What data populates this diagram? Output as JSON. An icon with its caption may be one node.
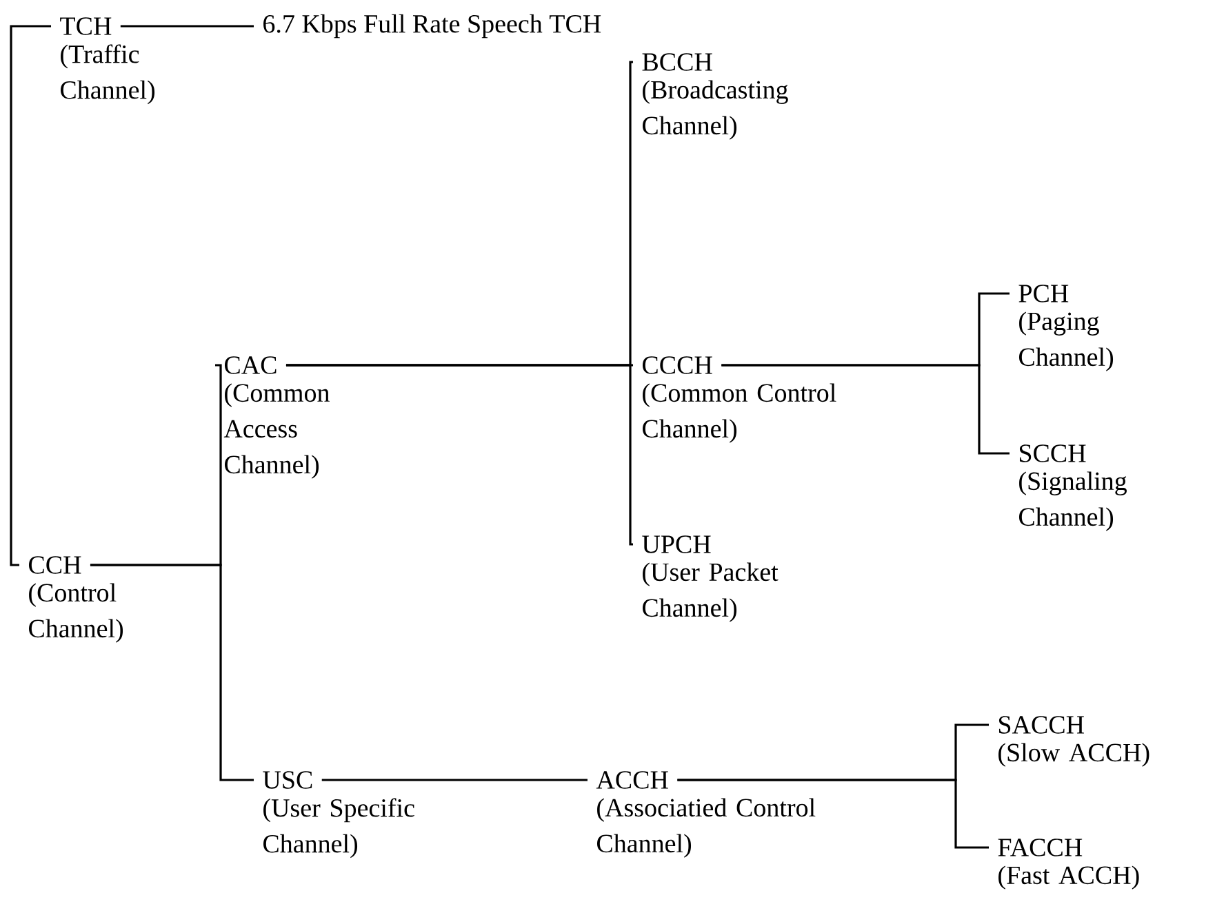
{
  "diagram": {
    "nodes": [
      {
        "text": [
          "TCH",
          "(Traffic Channel)"
        ]
      },
      {
        "text": [
          "6.7 Kbps Full Rate Speech TCH"
        ]
      },
      {
        "text": [
          "CCH",
          "(Control Channel)"
        ]
      },
      {
        "text": [
          "CAC",
          "(Common Access Channel)"
        ]
      },
      {
        "text": [
          "BCCH",
          "(Broadcasting Channel)"
        ]
      },
      {
        "text": [
          "CCCH",
          "(Common Control Channel)"
        ]
      },
      {
        "text": [
          "UPCH",
          "(User Packet Channel)"
        ]
      },
      {
        "text": [
          "PCH",
          "(Paging Channel)"
        ]
      },
      {
        "text": [
          "SCCH",
          "(Signaling Channel)"
        ]
      },
      {
        "text": [
          "USC",
          "(User Specific Channel)"
        ]
      },
      {
        "text": [
          "ACCH",
          "(Associatied Control Channel)"
        ]
      },
      {
        "text": [
          "SACCH",
          "(Slow ACCH)"
        ]
      },
      {
        "text": [
          "FACCH",
          "(Fast ACCH)"
        ]
      }
    ],
    "edges": [
      {
        "from": null,
        "to": 0,
        "arrow": "none"
      },
      {
        "from": null,
        "to": 2,
        "arrow": "none"
      },
      {
        "from": 0,
        "to": 1,
        "arrow": "none"
      },
      {
        "from": 2,
        "to": 3,
        "arrow": "none"
      },
      {
        "from": 2,
        "to": 9,
        "arrow": "none"
      },
      {
        "from": 3,
        "to": 4,
        "arrow": "none"
      },
      {
        "from": 3,
        "to": 5,
        "arrow": "none"
      },
      {
        "from": 3,
        "to": 6,
        "arrow": "none"
      },
      {
        "from": 5,
        "to": 7,
        "arrow": "none"
      },
      {
        "from": 5,
        "to": 8,
        "arrow": "none"
      },
      {
        "from": 9,
        "to": 10,
        "arrow": "none"
      },
      {
        "from": 10,
        "to": 11,
        "arrow": "none"
      },
      {
        "from": 10,
        "to": 12,
        "arrow": "none"
      }
    ]
  }
}
